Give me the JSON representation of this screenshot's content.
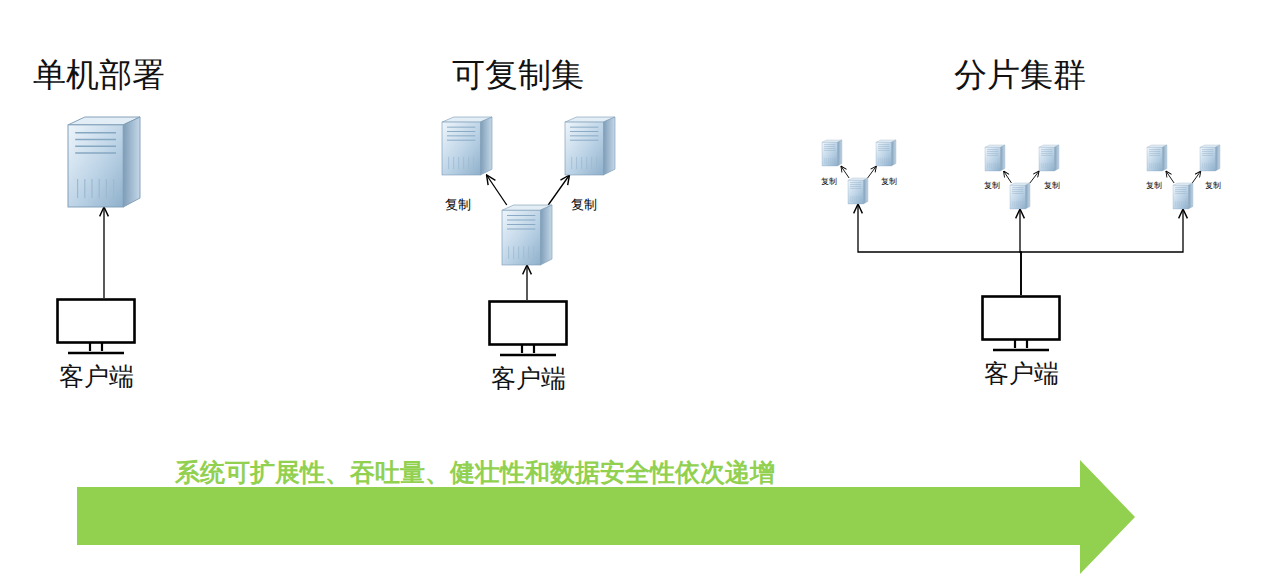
{
  "diagram": {
    "nodes": [
      {
        "text": [
          "客户端"
        ]
      },
      {
        "text": []
      },
      {
        "text": []
      },
      {
        "text": []
      },
      {
        "text": []
      },
      {
        "text": [
          "客户端"
        ]
      },
      {
        "text": []
      },
      {
        "text": []
      },
      {
        "text": []
      },
      {
        "text": []
      },
      {
        "text": []
      },
      {
        "text": []
      },
      {
        "text": []
      },
      {
        "text": []
      },
      {
        "text": []
      },
      {
        "text": [
          "客户端"
        ]
      },
      {
        "text": [
          "系统可扩展性、吞吐量、健壮性和数据安全性依次递增"
        ]
      }
    ],
    "edges": [
      {
        "from": 0,
        "to": 1,
        "arrow": "to"
      },
      {
        "from": 5,
        "to": 4,
        "arrow": "to"
      },
      {
        "from": 4,
        "to": 2,
        "label": "复制",
        "arrow": "to"
      },
      {
        "from": 4,
        "to": 3,
        "label": "复制",
        "arrow": "to"
      },
      {
        "from": 8,
        "to": 6,
        "label": "复制",
        "arrow": "to"
      },
      {
        "from": 8,
        "to": 7,
        "label": "复制",
        "arrow": "to"
      },
      {
        "from": 11,
        "to": 9,
        "label": "复制",
        "arrow": "to"
      },
      {
        "from": 11,
        "to": 10,
        "label": "复制",
        "arrow": "to"
      },
      {
        "from": 14,
        "to": 12,
        "label": "复制",
        "arrow": "to"
      },
      {
        "from": 14,
        "to": 13,
        "label": "复制",
        "arrow": "to"
      },
      {
        "from": 15,
        "to": 8,
        "arrow": "to"
      },
      {
        "from": 15,
        "to": 11,
        "arrow": "to"
      },
      {
        "from": 15,
        "to": 14,
        "arrow": "to"
      }
    ],
    "labels": [
      "单机部署",
      "可复制集",
      "分片集群"
    ]
  }
}
